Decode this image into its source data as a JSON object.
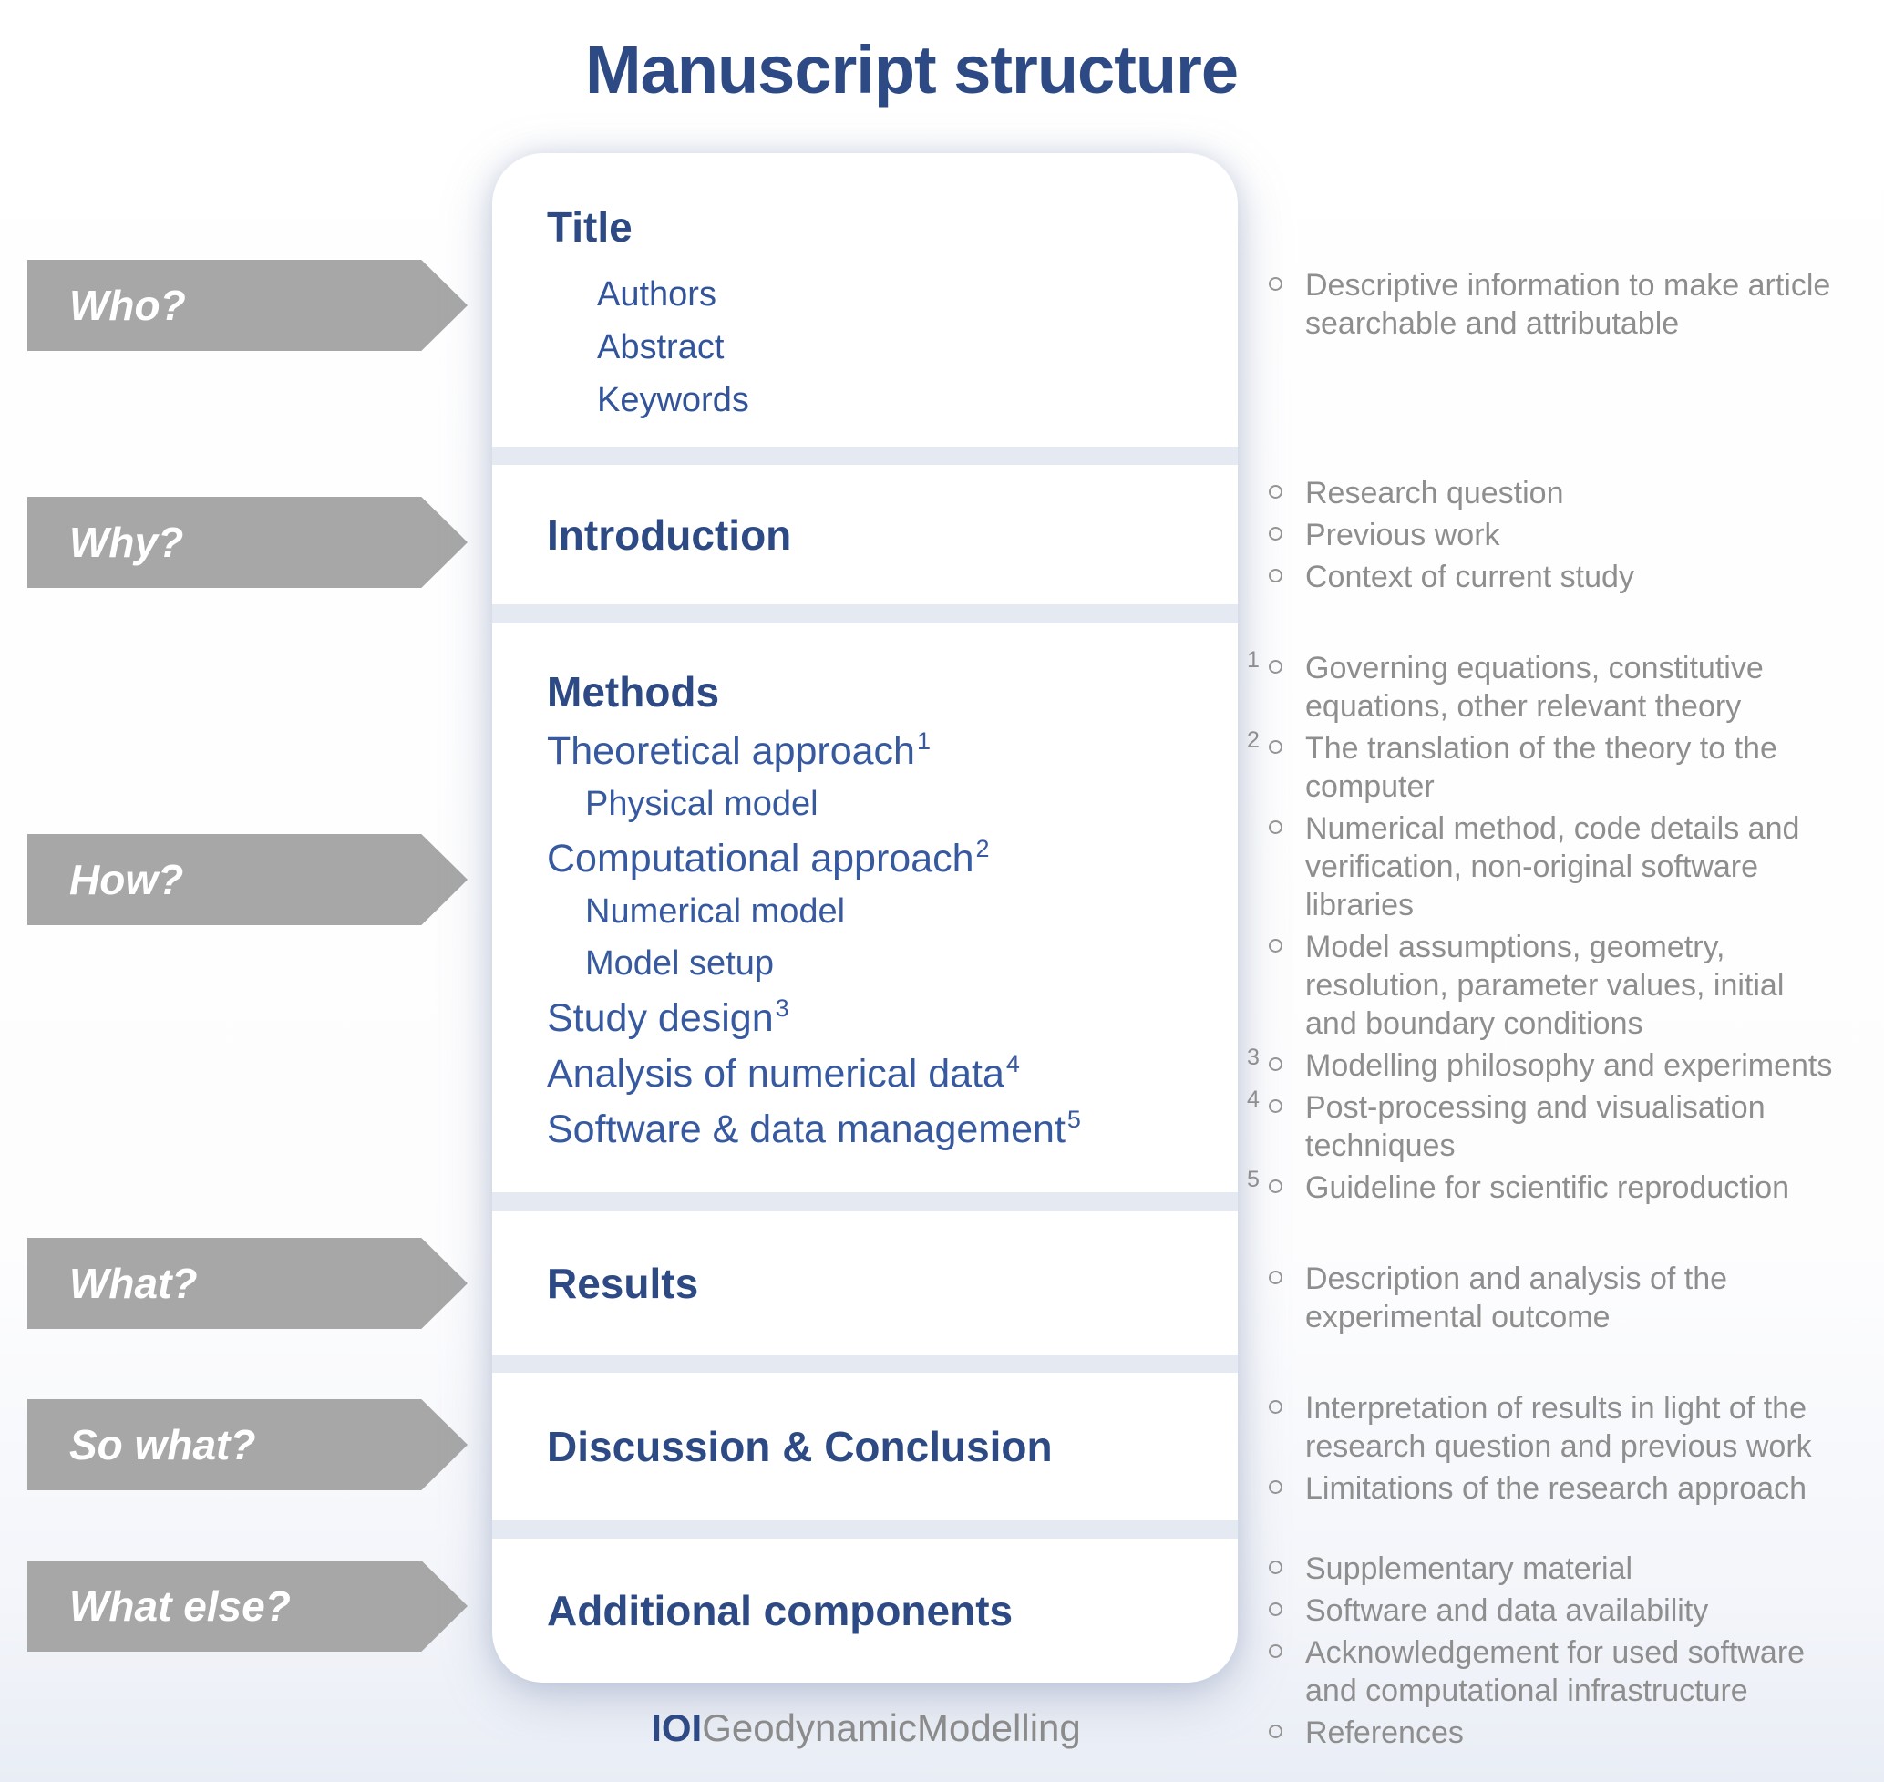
{
  "page_title": "Manuscript structure",
  "arrows": {
    "who": "Who?",
    "why": "Why?",
    "how": "How?",
    "what": "What?",
    "so_what": "So what?",
    "what_else": "What else?"
  },
  "cards": {
    "title": {
      "header": "Title",
      "items": [
        "Authors",
        "Abstract",
        "Keywords"
      ]
    },
    "introduction": {
      "header": "Introduction"
    },
    "methods": {
      "header": "Methods",
      "lines": [
        {
          "text": "Theoretical approach",
          "sup": "1"
        },
        {
          "text": "Physical model"
        },
        {
          "text": "Computational approach",
          "sup": "2"
        },
        {
          "text": "Numerical model"
        },
        {
          "text": "Model setup"
        },
        {
          "text": "Study design",
          "sup": "3"
        },
        {
          "text": "Analysis of numerical data",
          "sup": "4"
        },
        {
          "text": "Software & data management",
          "sup": "5"
        }
      ]
    },
    "results": {
      "header": "Results"
    },
    "discussion": {
      "header": "Discussion & Conclusion"
    },
    "additional": {
      "header": "Additional components"
    }
  },
  "notes": {
    "who": {
      "items": [
        {
          "text": "Descriptive information to make article searchable and attributable"
        }
      ]
    },
    "why": {
      "items": [
        {
          "text": "Research question"
        },
        {
          "text": "Previous work"
        },
        {
          "text": "Context of current study"
        }
      ]
    },
    "how": {
      "items": [
        {
          "sup": "1",
          "text": "Governing equations, constitutive equations, other relevant theory"
        },
        {
          "sup": "2",
          "text": "The translation of the theory to the computer"
        },
        {
          "text": "Numerical method, code details and verification, non-original software libraries"
        },
        {
          "text": "Model assumptions, geometry, resolution, parameter values, initial and boundary conditions"
        },
        {
          "sup": "3",
          "text": "Modelling philosophy and experiments"
        },
        {
          "sup": "4",
          "text": "Post-processing and visualisation techniques"
        },
        {
          "sup": "5",
          "text": "Guideline for scientific reproduction"
        }
      ]
    },
    "what": {
      "items": [
        {
          "text": "Description and analysis of the experimental outcome"
        }
      ]
    },
    "so_what": {
      "items": [
        {
          "text": "Interpretation of results in light of the research question and previous work"
        },
        {
          "text": "Limitations of the research approach"
        }
      ]
    },
    "what_else": {
      "items": [
        {
          "text": "Supplementary material"
        },
        {
          "text": "Software and data availability"
        },
        {
          "text": "Acknowledgement for used software and computational infrastructure"
        },
        {
          "text": "References"
        }
      ]
    }
  },
  "footer": {
    "logo_bold": "IOI",
    "logo_rest": "GeodynamicModelling"
  },
  "colors": {
    "navy": "#2d4a85",
    "section_blue": "#37599f",
    "arrow_gray": "#a7a7a7",
    "note_gray": "#8e8e8e",
    "gap_blue": "#e4e9f2"
  }
}
